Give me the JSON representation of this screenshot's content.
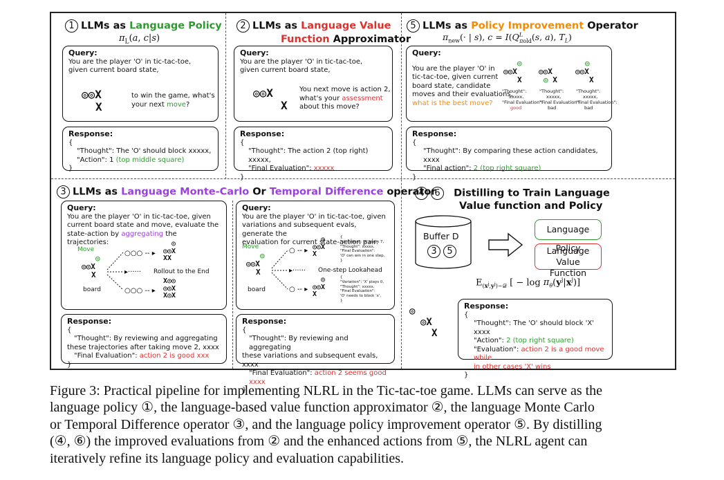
{
  "panel1": {
    "num": "1",
    "title_prefix": "LLMs as ",
    "title_highlight": "Language Policy",
    "formula": "π_L(a, c|s)",
    "query_header": "Query:",
    "query_line1": "You are the player 'O' in tic-tac-toe,",
    "query_line2": "given current board state,",
    "query_side1": "to win the game, what's",
    "query_side2_a": "your next ",
    "query_side2_b": "move",
    "query_side2_c": "?",
    "board_row1": "◎◎X",
    "board_row2": "X",
    "response_header": "Response:",
    "resp_open": "{",
    "resp_line1": "\"Thought\": The 'O' should block xxxxx,",
    "resp_line2_a": "\"Action\": 1 ",
    "resp_line2_b": "(top middle square)",
    "resp_close": "}"
  },
  "panel2": {
    "num": "2",
    "title_prefix": "LLMs as ",
    "title_highlight1": "Language Value",
    "title_highlight2": "Function",
    "title_suffix": " Approximator",
    "query_header": "Query:",
    "query_line1": "You are the player 'O' in tic-tac-toe,",
    "query_line2": "given current board state,",
    "query_side1": "You next move is action 2,",
    "query_side2_a": "what's your ",
    "query_side2_b": "assessment",
    "query_side3": "about this move?",
    "board_row1": "◎◎X",
    "board_row2": "X",
    "response_header": "Response:",
    "resp_open": "{",
    "resp_line1": "\"Thought\": The action 2 (top right) xxxxx,",
    "resp_line2_a": "\"Final Evaluation\": ",
    "resp_line2_b": "xxxxx",
    "resp_close": "}"
  },
  "panel5": {
    "num": "5",
    "title_prefix": "LLMs as ",
    "title_highlight": "Policy Improvement",
    "title_suffix": " Operator",
    "formula": "π_new(· | s), c = I(Q^L_{π_old}(s, a), T_L)",
    "query_header": "Query:",
    "query_lines": [
      "You are the player 'O' in",
      "tic-tac-toe,  given current",
      "board state, candidate",
      "moves and their evaluations,"
    ],
    "query_green": "what is the best move?",
    "candidates": [
      {
        "thought": "\"Thought\":",
        "x": "xxxxx,",
        "eval": "\"Final Evaluation\":",
        "verdict": "good"
      },
      {
        "thought": "\"Thought\":",
        "x": "xxxxx,",
        "eval": "\"Final Evaluation\":",
        "verdict": "bad"
      },
      {
        "thought": "\"Thought\":",
        "x": "xxxxx,",
        "eval": "\"Final Evaluation\":",
        "verdict": "bad"
      }
    ],
    "response_header": "Response:",
    "resp_open": "{",
    "resp_line1": "\"Thought\": By comparing these action candidates, xxxx",
    "resp_line2_a": "\"Final action\": ",
    "resp_line2_b": "2 (top right square)",
    "resp_close": "}"
  },
  "panel3": {
    "num": "3",
    "title_prefix": "LLMs as ",
    "title_mc": "Language Monte-Carlo",
    "title_or": " Or ",
    "title_td": "Temporal Difference",
    "title_suffix": " operator",
    "left": {
      "query_header": "Query:",
      "query_line1": "You are the player 'O' in tic-tac-toe,  given",
      "query_line2": "current board state and move, evaluate the",
      "query_line3_a": "state-action by ",
      "query_line3_b": "aggregating",
      "query_line3_c": " the trajectories:",
      "move_label": "Move",
      "board_label": "board",
      "rollout_label": "Rollout to the End",
      "response_header": "Response:",
      "resp_open": "{",
      "resp_line1": "\"Thought\": By reviewing and aggregating",
      "resp_line2": "these trajectories after taking move 2, xxxx",
      "resp_line3_a": "\"Final Evaluation\": ",
      "resp_line3_b": "action 2 is good xxx",
      "resp_close": "}"
    },
    "right": {
      "query_header": "Query:",
      "query_line1": "You are the player 'O' in tic-tac-toe,  given",
      "query_line2": "variations and subsequent evals, generate the",
      "query_line3": "evaluation for current state-action pair:",
      "move_label": "Move",
      "board_label": "board",
      "lookahead_label": "One-step Lookahead",
      "var1": [
        "{",
        "\"Variation\": 'X' plays 7,",
        "\"Thought\": xxxxx,",
        "\"Final Evaluation\":",
        "'O' can win in one step,",
        "}"
      ],
      "var2": [
        "{",
        "\"Variation\": 'X' plays 0,",
        "\"Thought\": xxxxx,",
        "\"Final Evaluation\":",
        "'O' needs to block 'x',",
        "}"
      ],
      "response_header": "Response:",
      "resp_open": "{",
      "resp_line1": "\"Thought\": By reviewing and aggregating",
      "resp_line2": "these variations and subsequent evals, xxxx",
      "resp_line3_a": "\"Final Evaluation\": ",
      "resp_line3_b": "action 2 seems good xxxx",
      "resp_close": "}"
    }
  },
  "panel46": {
    "num_a": "4",
    "num_b": "6",
    "title_line1": "Distilling to Train Language",
    "title_line2": "Value function and Policy",
    "buffer_label": "Buffer D",
    "buffer_num_a": "3",
    "buffer_num_b": "5",
    "policy_label": "Language Policy",
    "value_label1": "Language Value",
    "value_label2": "Function",
    "loss": "E_{(x^j, y^j)~D} [ − log π_θ(y^j | x^j) ]",
    "response_header": "Response:",
    "resp_open": "{",
    "resp_line1": "\"Thought\": The 'O' should block 'X' xxxx",
    "resp_line2_a": "\"Action\": ",
    "resp_line2_b": "2 (top right square)",
    "resp_line3_a": "\"Evaluation\": ",
    "resp_line3_b": "action 2 is a good move while",
    "resp_line4": "in other cases 'X' wins",
    "resp_close": "}"
  },
  "caption": {
    "line1": "Figure 3: Practical pipeline for implementing NLRL in the Tic-tac-toe game. LLMs can serve as the",
    "line2": "language policy ①, the language-based value function approximator ②, the language Monte Carlo",
    "line3": "or Temporal Difference operator ③, and the language policy improvement operator ⑤. By distilling",
    "line4": "(④, ⑥) the improved evaluations from ② and the enhanced actions from ⑤, the NLRL agent can",
    "line5": "iteratively refine its language policy and evaluation capabilities."
  },
  "colors": {
    "green": "#2e9b2e",
    "red": "#e0302e",
    "orange": "#f08c0a",
    "purple": "#9b3fe0"
  }
}
